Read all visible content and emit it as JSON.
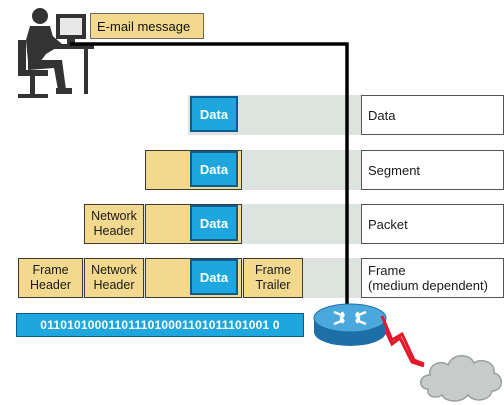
{
  "email_label": "E-mail message",
  "layers": [
    {
      "pdu": "Data",
      "data": "Data"
    },
    {
      "pdu": "Segment",
      "data": "Data"
    },
    {
      "pdu": "Packet",
      "data": "Data",
      "header": "Network\nHeader"
    },
    {
      "pdu": "Frame\n(medium dependent)",
      "data": "Data",
      "net_header": "Network\nHeader",
      "frame_header": "Frame\nHeader",
      "trailer": "Frame\nTrailer"
    }
  ],
  "bits": "0110101000110111010001101011101001 0",
  "colors": {
    "data_blue": "#1ea6df",
    "header_yellow": "#f2d98d",
    "band_gray": "#dde3df"
  },
  "icons": [
    "person-at-computer-icon",
    "router-icon",
    "wan-link-icon",
    "cloud-icon"
  ]
}
